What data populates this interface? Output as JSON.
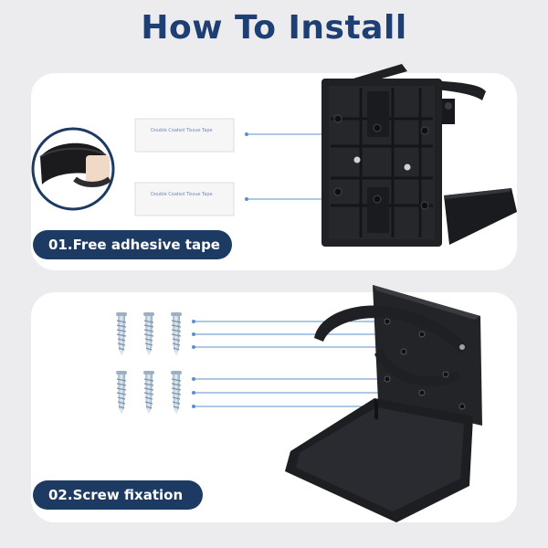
{
  "header": {
    "title": "How To Install"
  },
  "step1": {
    "label": "01.Free adhesive tape",
    "tape_text": "Double Coated Tissue Tape"
  },
  "step2": {
    "label": "02.Screw fixation"
  },
  "colors": {
    "navy": "#1d3a63",
    "title": "#1d3f73",
    "guide": "#5b8fc9",
    "product": "#1f2024"
  }
}
